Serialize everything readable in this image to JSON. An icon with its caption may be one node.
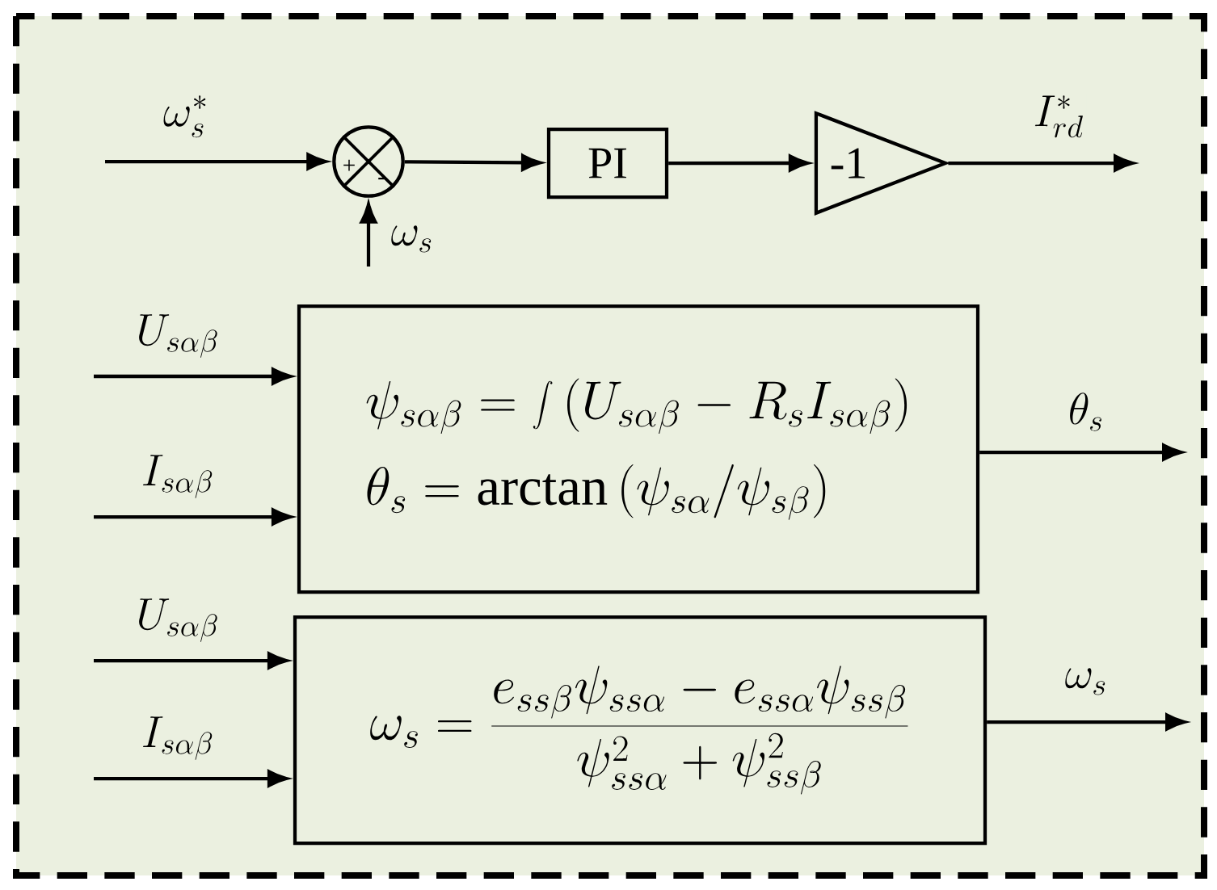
{
  "diagram": {
    "nodes": [
      {
        "text": [],
        "shape": "circle"
      },
      {
        "text": [
          "PI"
        ]
      },
      {
        "text": [
          "-1"
        ]
      },
      {
        "text": [
          "\\psi_{s\\alpha\\beta}=\\int\\left(U_{s\\alpha\\beta}-R_s I_{s\\alpha\\beta}\\right)",
          "\\theta_s=\\arctan\\left(\\psi_{s\\alpha}/\\psi_{s\\beta}\\right)"
        ]
      },
      {
        "text": [
          "\\omega_s=\\frac{e_{ss\\beta}\\psi_{ss\\alpha}-e_{ss\\alpha}\\psi_{ss\\beta}}{\\psi_{ss\\alpha}^2+\\psi_{ss\\beta}^2}"
        ]
      }
    ],
    "edges": [
      {
        "from": null,
        "to": 0,
        "arrow": "to",
        "label": "\\omega_s^*"
      },
      {
        "from": null,
        "to": 0,
        "arrow": "to",
        "label": "\\omega_s"
      },
      {
        "from": 0,
        "to": 1,
        "arrow": "to"
      },
      {
        "from": 1,
        "to": 2,
        "arrow": "to"
      },
      {
        "from": 2,
        "to": null,
        "arrow": "to",
        "label": "I_{rd}^*"
      },
      {
        "from": null,
        "to": 3,
        "arrow": "to",
        "label": "U_{s\\alpha\\beta}"
      },
      {
        "from": null,
        "to": 3,
        "arrow": "to",
        "label": "I_{s\\alpha\\beta}"
      },
      {
        "from": 3,
        "to": null,
        "arrow": "to",
        "label": "\\theta_s"
      },
      {
        "from": null,
        "to": 4,
        "arrow": "to",
        "label": "U_{s\\alpha\\beta}"
      },
      {
        "from": null,
        "to": 4,
        "arrow": "to",
        "label": "I_{s\\alpha\\beta}"
      },
      {
        "from": 4,
        "to": null,
        "arrow": "to",
        "label": "\\omega_s"
      }
    ],
    "labels": [
      "+",
      "-"
    ]
  }
}
